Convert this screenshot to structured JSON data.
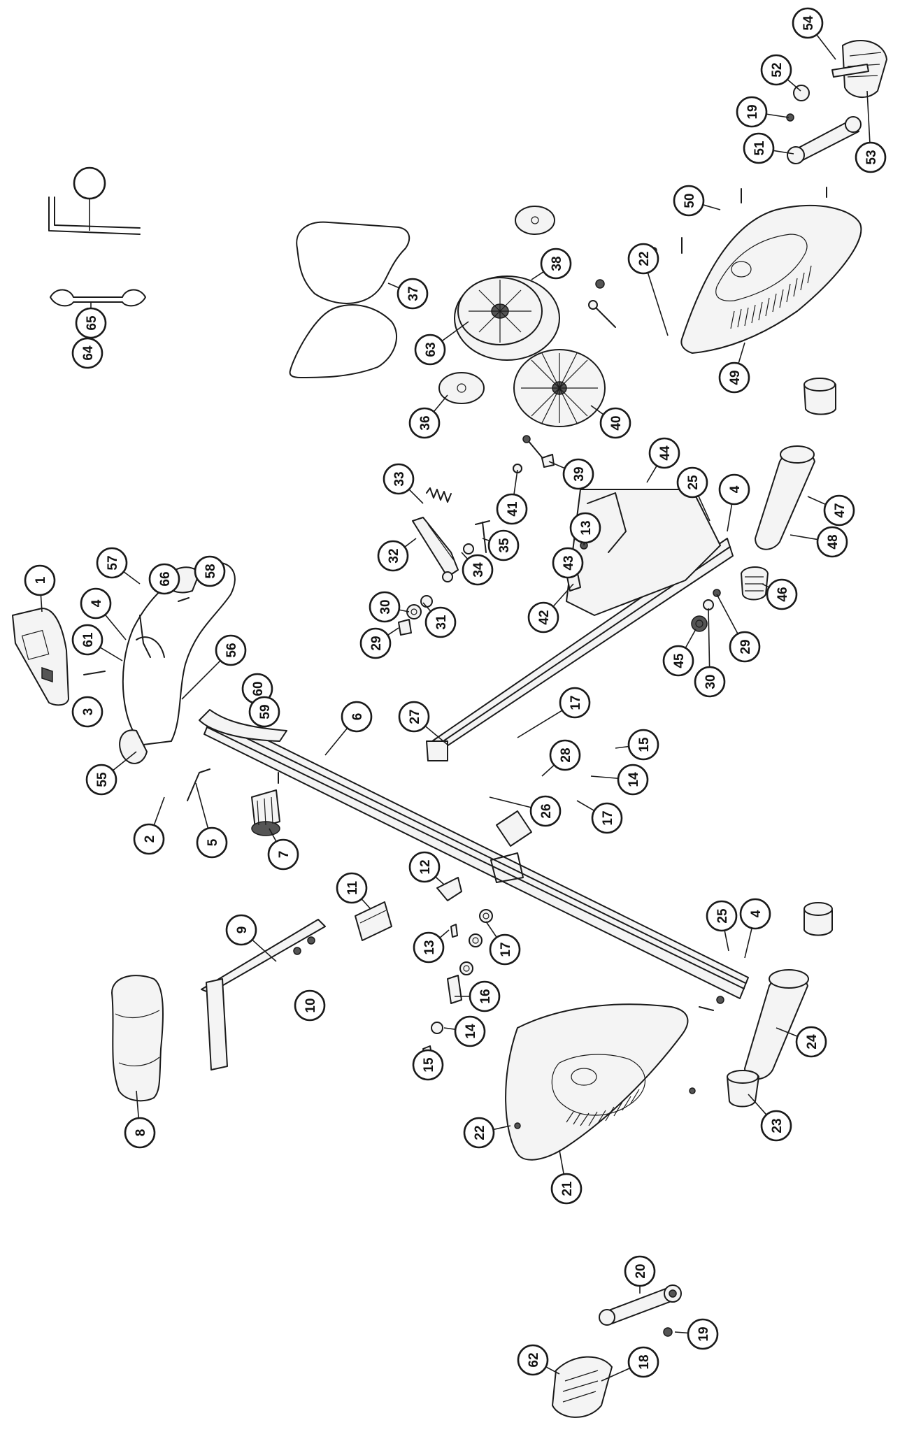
{
  "callouts": [
    {
      "label": "1"
    },
    {
      "label": "57"
    },
    {
      "label": "66"
    },
    {
      "label": "58"
    },
    {
      "label": "4"
    },
    {
      "label": "61"
    },
    {
      "label": "56"
    },
    {
      "label": "3"
    },
    {
      "label": "55"
    },
    {
      "label": "2"
    },
    {
      "label": "5"
    },
    {
      "label": "7"
    },
    {
      "label": "60"
    },
    {
      "label": "59"
    },
    {
      "label": "6"
    },
    {
      "label": "27"
    },
    {
      "label": "17"
    },
    {
      "label": "28"
    },
    {
      "label": "15"
    },
    {
      "label": "14"
    },
    {
      "label": "26"
    },
    {
      "label": "17"
    },
    {
      "label": "12"
    },
    {
      "label": "11"
    },
    {
      "label": "9"
    },
    {
      "label": "10"
    },
    {
      "label": "8"
    },
    {
      "label": "13"
    },
    {
      "label": "17"
    },
    {
      "label": "16"
    },
    {
      "label": "14"
    },
    {
      "label": "15"
    },
    {
      "label": "22"
    },
    {
      "label": "21"
    },
    {
      "label": "23"
    },
    {
      "label": "24"
    },
    {
      "label": "25"
    },
    {
      "label": "4"
    },
    {
      "label": "20"
    },
    {
      "label": "19"
    },
    {
      "label": "62"
    },
    {
      "label": "18"
    },
    {
      "label": "33"
    },
    {
      "label": "32"
    },
    {
      "label": "34"
    },
    {
      "label": "30"
    },
    {
      "label": "31"
    },
    {
      "label": "29"
    },
    {
      "label": "35"
    },
    {
      "label": "41"
    },
    {
      "label": "39"
    },
    {
      "label": "13"
    },
    {
      "label": "43"
    },
    {
      "label": "42"
    },
    {
      "label": "44"
    },
    {
      "label": "25"
    },
    {
      "label": "4"
    },
    {
      "label": "47"
    },
    {
      "label": "48"
    },
    {
      "label": "46"
    },
    {
      "label": "29"
    },
    {
      "label": "45"
    },
    {
      "label": "30"
    },
    {
      "label": "37"
    },
    {
      "label": "38"
    },
    {
      "label": "63"
    },
    {
      "label": "36"
    },
    {
      "label": "40"
    },
    {
      "label": "64"
    },
    {
      "label": "65"
    },
    {
      "label": "22"
    },
    {
      "label": "50"
    },
    {
      "label": "49"
    },
    {
      "label": "54"
    },
    {
      "label": "52"
    },
    {
      "label": "19"
    },
    {
      "label": "51"
    },
    {
      "label": "53"
    }
  ]
}
